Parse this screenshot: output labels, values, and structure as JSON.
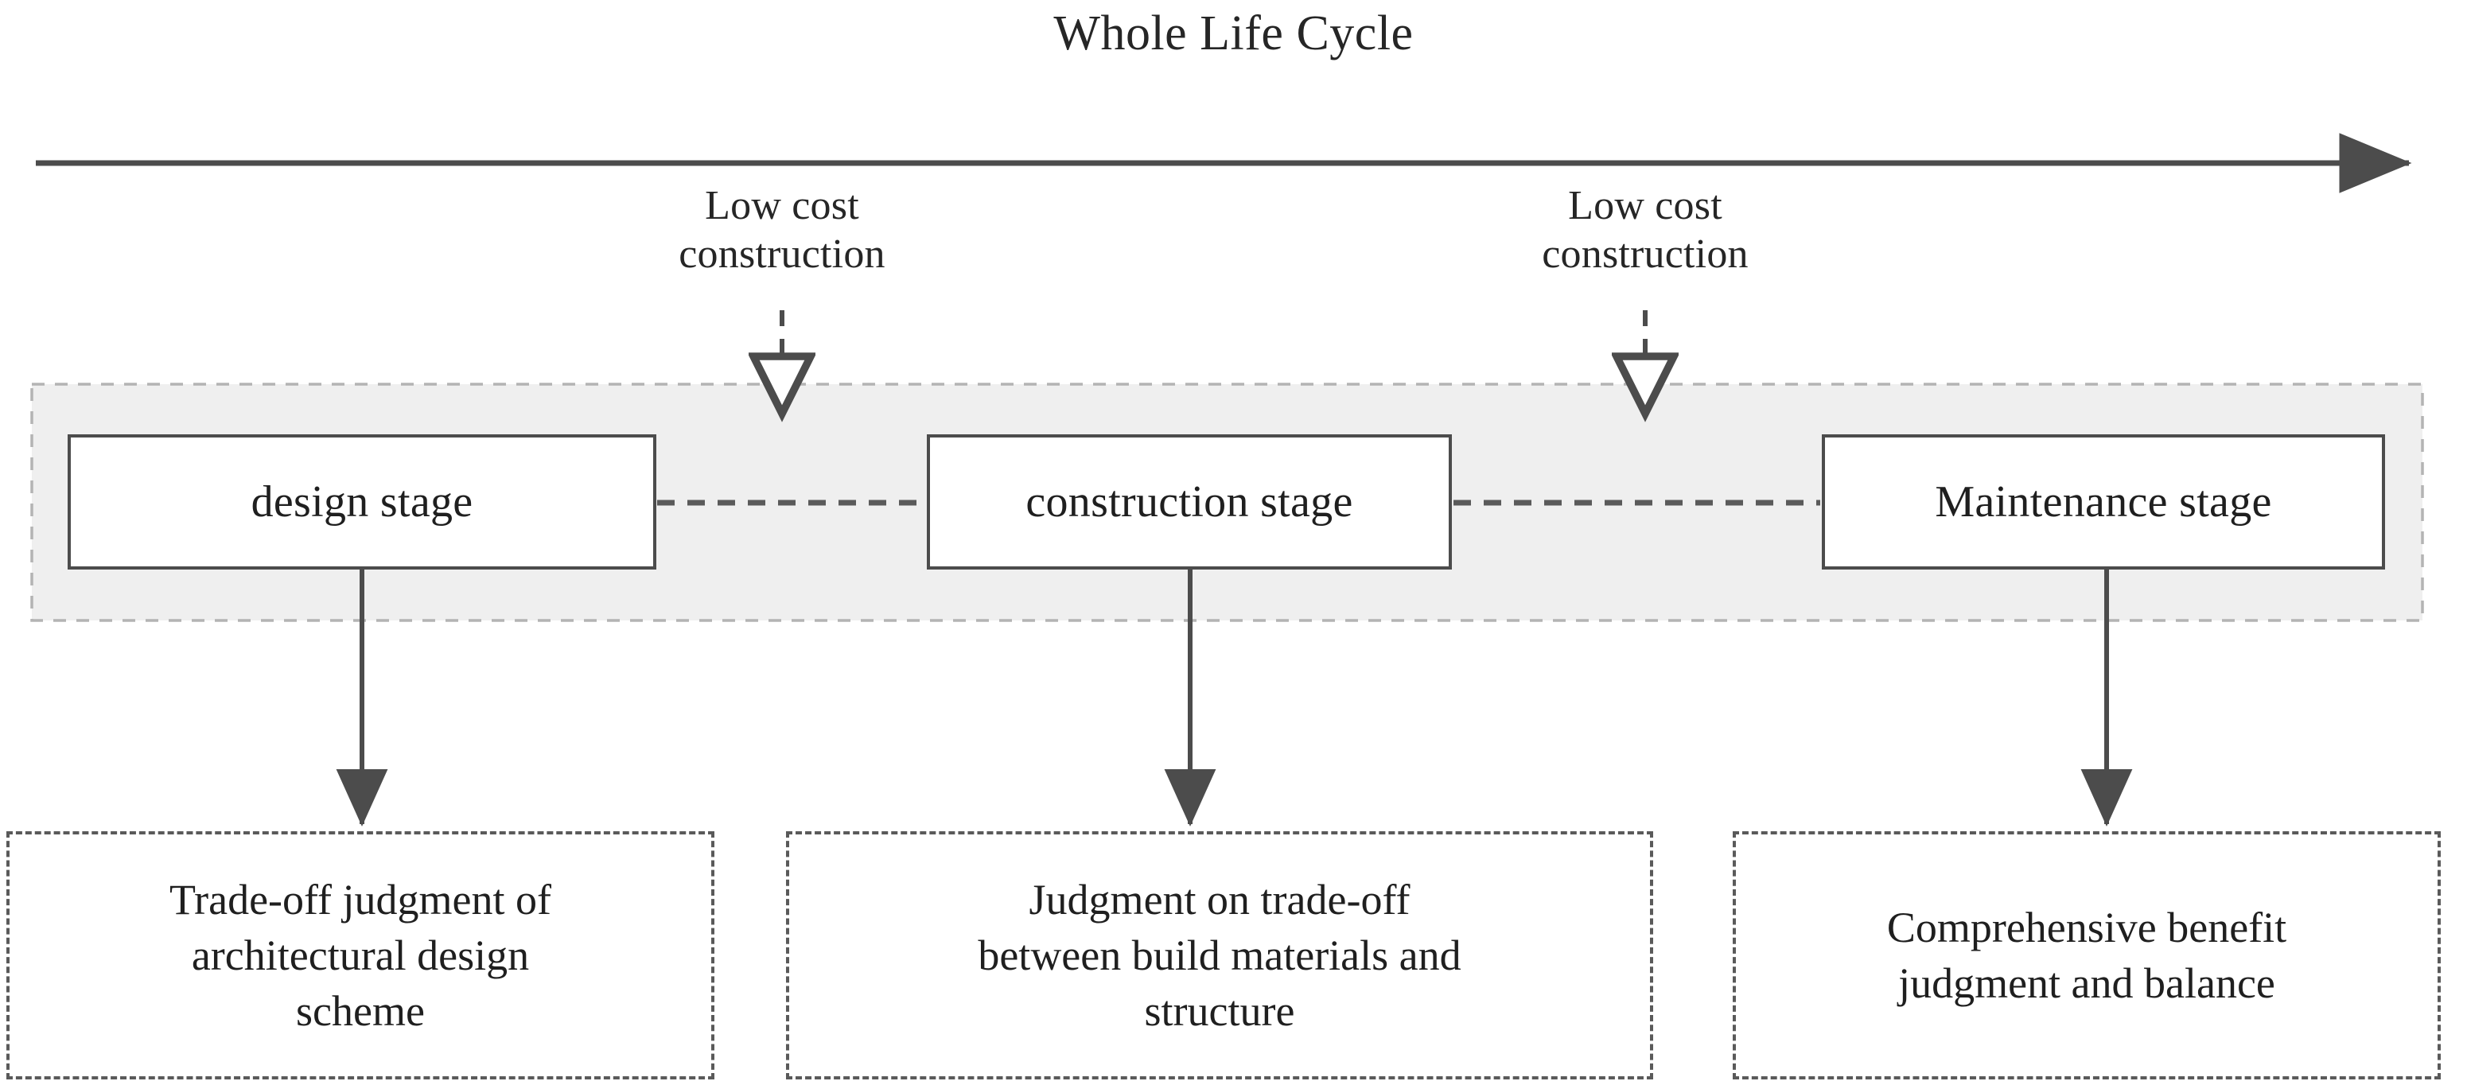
{
  "title": "Whole Life Cycle",
  "timeline": {
    "name": "whole-life-cycle-timeline",
    "direction": "left-to-right",
    "arrow_color": "#4c4c4c"
  },
  "annotations": [
    {
      "id": "annot-1",
      "text": "Low cost\nconstruction",
      "target": "design-to-construction"
    },
    {
      "id": "annot-2",
      "text": "Low cost\nconstruction",
      "target": "construction-to-maintenance"
    }
  ],
  "stages": [
    {
      "id": "design",
      "label": "design stage"
    },
    {
      "id": "construction",
      "label": "construction stage"
    },
    {
      "id": "maintenance",
      "label": "Maintenance stage"
    }
  ],
  "outcomes": [
    {
      "id": "design",
      "text": "Trade-off judgment of\narchitectural design\nscheme"
    },
    {
      "id": "construction",
      "text": "Judgment on trade-off\nbetween build materials and\nstructure"
    },
    {
      "id": "maintenance",
      "text": "Comprehensive benefit\njudgment and balance"
    }
  ],
  "colors": {
    "band_fill": "#efefef",
    "band_border": "#b4b4b4",
    "box_border": "#4c4c4c",
    "dashed_border": "#5a5a5a",
    "connector": "#5a5a5a",
    "text": "#1f1f1f"
  },
  "band": {
    "name": "stage-band",
    "style": "dashed-outline light-gray fill"
  }
}
